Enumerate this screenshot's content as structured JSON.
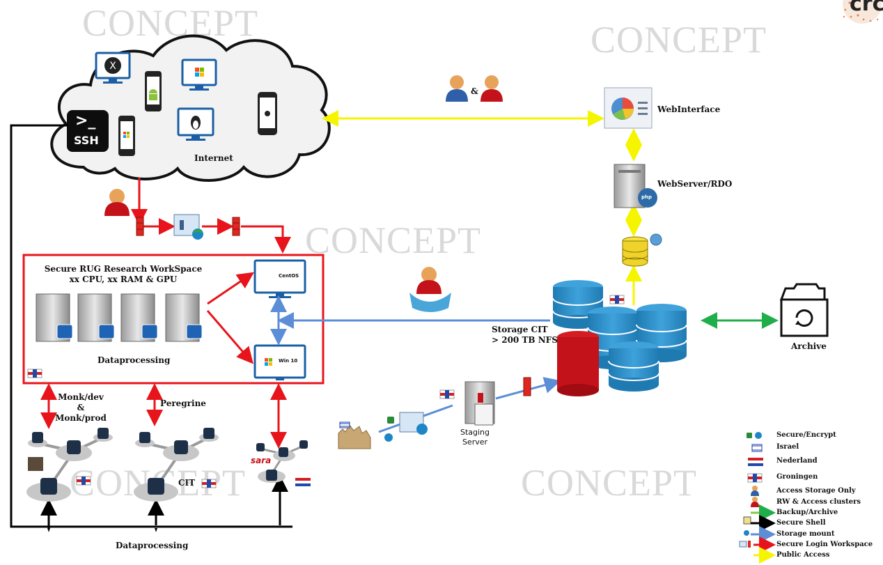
{
  "watermark": "CONCEPT",
  "brand_fragment": "crc",
  "cloud": {
    "label": "Internet",
    "ssh_label": "SSH",
    "ssh_prompt": ">_"
  },
  "public_users_connector": "&",
  "web": {
    "interface_label": "WebInterface",
    "server_label": "WebServer/RDO",
    "server_badge": "php"
  },
  "workspace": {
    "title_line1": "Secure RUG Research WorkSpace",
    "title_line2": "xx CPU, xx RAM & GPU",
    "dataprocessing_label": "Dataprocessing",
    "centos_label": "CentOS",
    "win10_label": "Win 10"
  },
  "storage": {
    "line1": "Storage CIT",
    "line2": "> 200 TB NFS"
  },
  "archive_label": "Archive",
  "staging": {
    "line1": "Staging",
    "line2": "Server"
  },
  "clusters": {
    "monk_line1": "Monk/dev",
    "monk_line2": "&",
    "monk_line3": "Monk/prod",
    "peregrine": "Peregrine",
    "cit": "CIT",
    "sara": "sara"
  },
  "bottom_label": "Dataprocessing",
  "legend": [
    {
      "label": "Secure/Encrypt",
      "kind": "icon",
      "icon": "lock-icon"
    },
    {
      "label": "Israel",
      "kind": "flag",
      "icon": "israel-flag-icon"
    },
    {
      "label": "Nederland",
      "kind": "flag",
      "icon": "netherlands-flag-icon"
    },
    {
      "label": "Groningen",
      "kind": "flag",
      "icon": "groningen-flag-icon"
    },
    {
      "label": "Access Storage Only",
      "kind": "icon",
      "icon": "user-blue-icon"
    },
    {
      "label": "RW & Access clusters",
      "kind": "icon",
      "icon": "user-red-icon"
    },
    {
      "label": "Backup/Archive",
      "kind": "arrow",
      "color": "#8cc63f"
    },
    {
      "label": "Secure Shell",
      "kind": "arrow",
      "color": "#000000"
    },
    {
      "label": "Storage mount",
      "kind": "arrow",
      "color": "#5b8ed6"
    },
    {
      "label": "Secure Login Workspace",
      "kind": "arrow",
      "color": "#e8141b"
    },
    {
      "label": "Public Access",
      "kind": "arrow",
      "color": "#f5f500"
    }
  ],
  "colors": {
    "red": "#e8141b",
    "yellow": "#f5f500",
    "green": "#1fae4a",
    "blue": "#5b8ed6",
    "black": "#000000",
    "storage_blue": "#2b8cc4",
    "storage_red": "#c4121a"
  }
}
